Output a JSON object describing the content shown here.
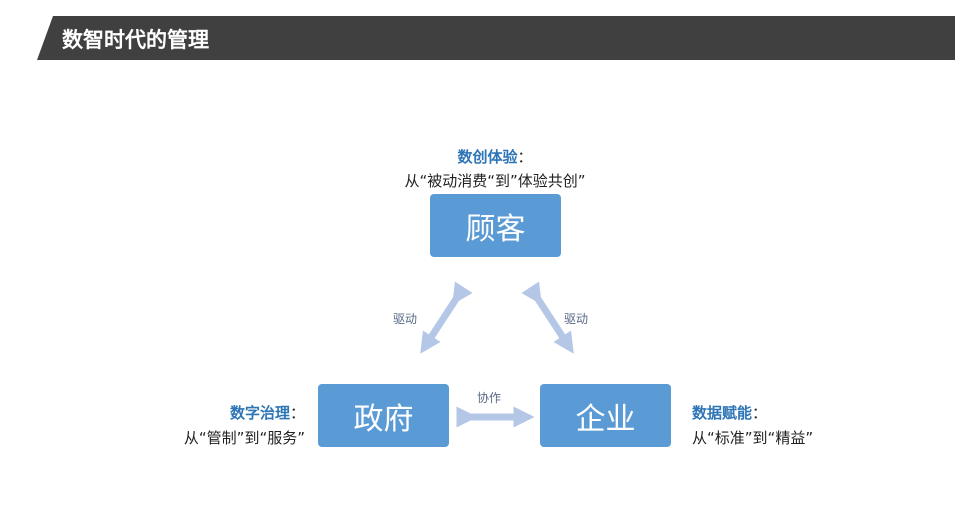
{
  "header": {
    "title": "数智时代的管理"
  },
  "nodes": {
    "customer": "顾客",
    "government": "政府",
    "enterprise": "企业"
  },
  "captions": {
    "customer": {
      "title": "数创体验",
      "colon": "：",
      "desc": "从“被动消费“到”体验共创”"
    },
    "government": {
      "title": "数字治理",
      "colon": "：",
      "desc": "从“管制”到“服务”"
    },
    "enterprise": {
      "title": "数据赋能",
      "colon": "：",
      "desc": "从“标准”到“精益”"
    }
  },
  "links": {
    "left": "驱动",
    "right": "驱动",
    "bottom": "协作"
  },
  "colors": {
    "box": "#5b9bd5",
    "arrow": "#b4c7e7",
    "accent": "#2e75b6"
  }
}
